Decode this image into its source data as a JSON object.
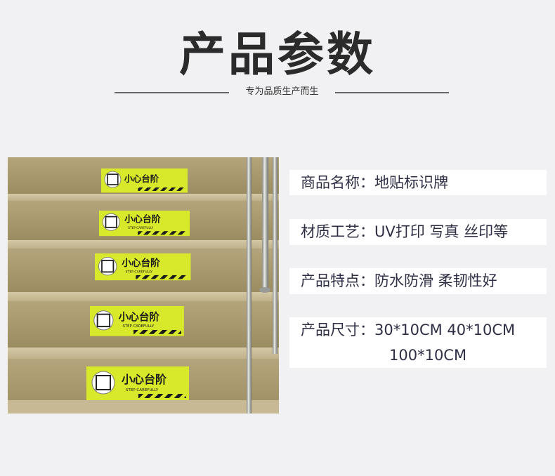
{
  "header": {
    "title": "产品参数",
    "subtitle": "专为品质生产而生"
  },
  "sign": {
    "text": "小心台阶",
    "sub": "STEP CAREFULLY"
  },
  "params": [
    {
      "label": "商品名称：",
      "value": "地贴标识牌"
    },
    {
      "label": "材质工艺：",
      "value": "UV打印 写真 丝印等"
    },
    {
      "label": "产品特点：",
      "value": "防水防滑 柔韧性好"
    },
    {
      "label": "产品尺寸：",
      "value": "30*10CM 40*10CM",
      "value2": "100*10CM"
    }
  ],
  "colors": {
    "background": "#f1f1f3",
    "sign_yellow": "#d8e82a",
    "text_dark": "#2e2f45"
  }
}
